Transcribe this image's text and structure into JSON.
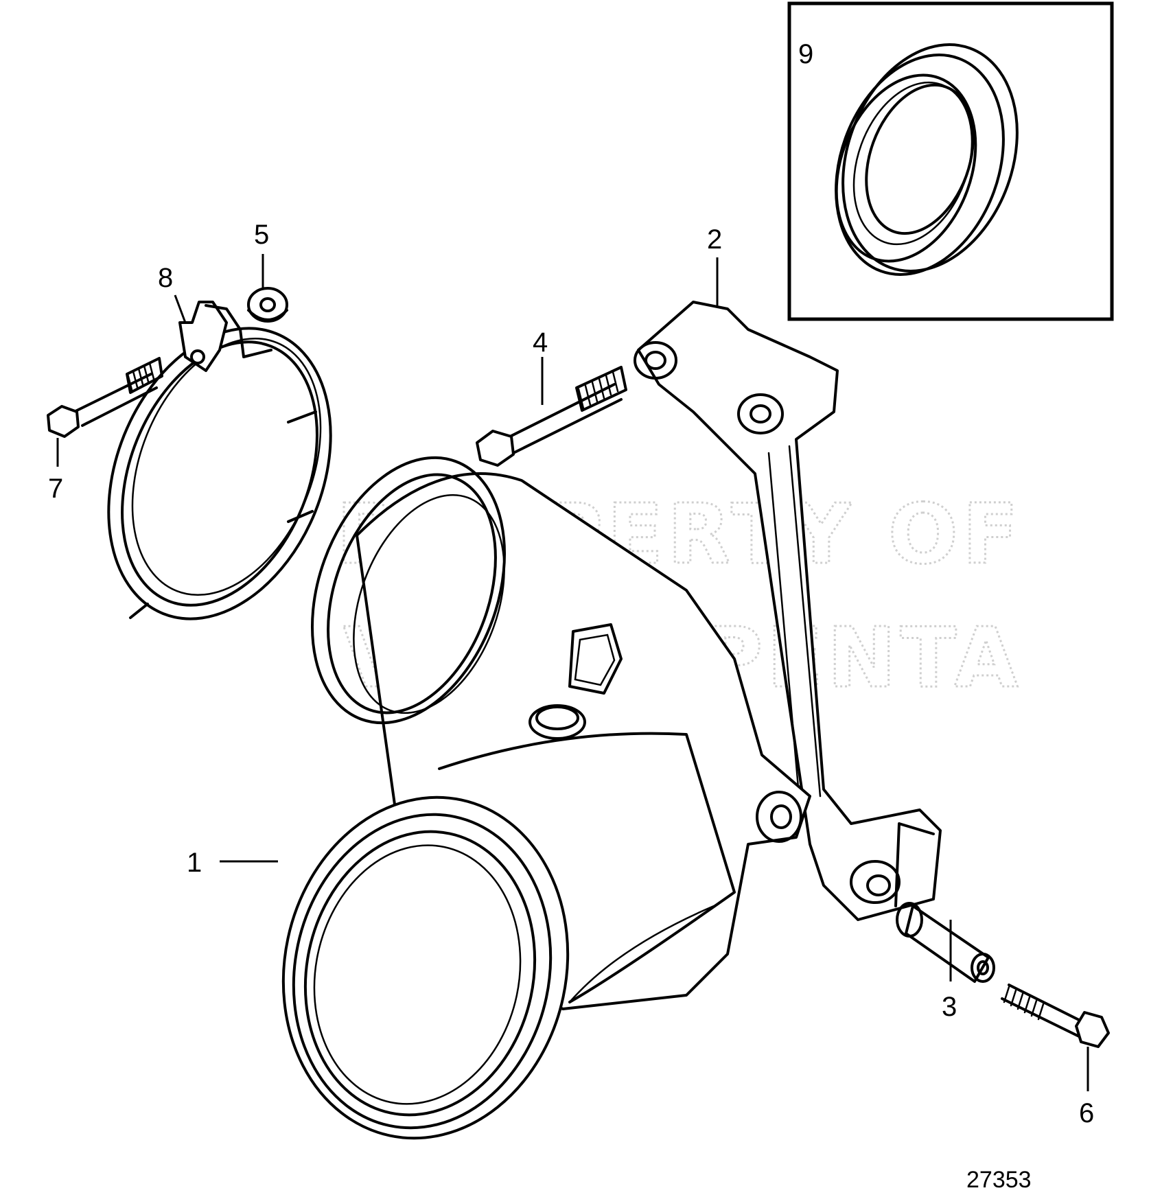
{
  "drawing_number": "27353",
  "watermark": [
    "PROPERTY OF",
    "VOLVO PENTA"
  ],
  "callouts": {
    "c1": "1",
    "c2": "2",
    "c3": "3",
    "c4": "4",
    "c5": "5",
    "c6": "6",
    "c7": "7",
    "c8": "8",
    "c9": "9"
  }
}
